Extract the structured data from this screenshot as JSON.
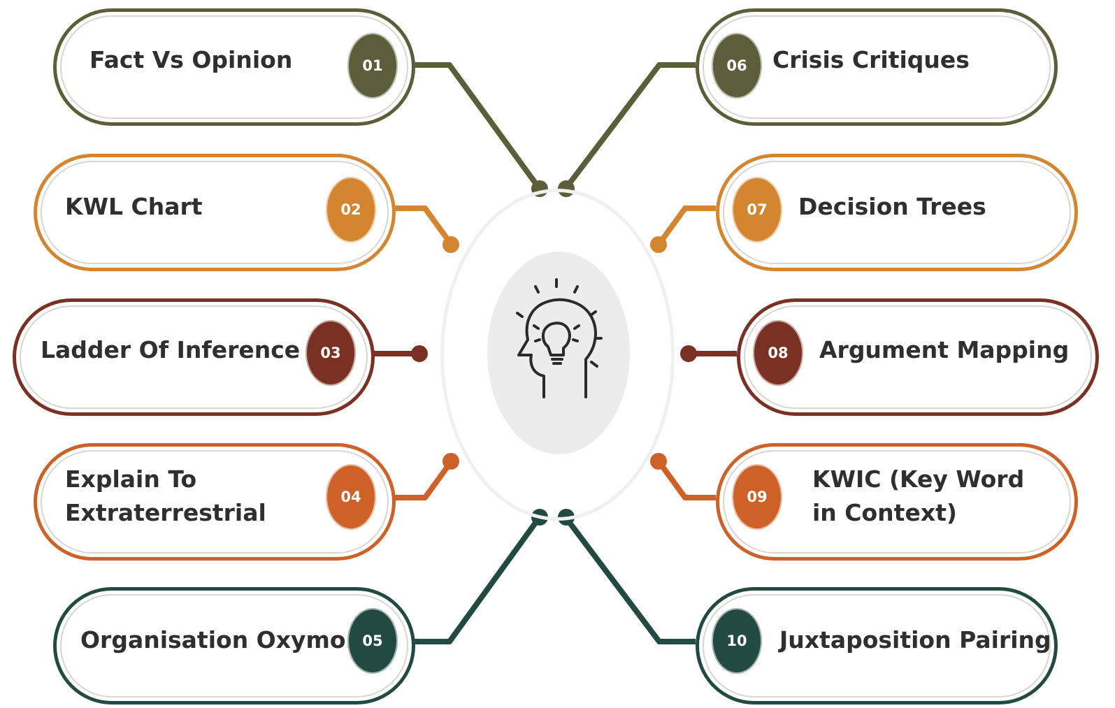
{
  "items": [
    {
      "number": "01",
      "label_lines": [
        "Fact Vs Opinion"
      ],
      "color": "#5b5e38"
    },
    {
      "number": "02",
      "label_lines": [
        "KWL Chart"
      ],
      "color": "#d4852f"
    },
    {
      "number": "03",
      "label_lines": [
        "Ladder Of Inference"
      ],
      "color": "#7a3022"
    },
    {
      "number": "04",
      "label_lines": [
        "Explain To",
        "Extraterrestrial"
      ],
      "color": "#cd6128"
    },
    {
      "number": "05",
      "label_lines": [
        "Organisation Oxymoron"
      ],
      "color": "#224a42"
    },
    {
      "number": "06",
      "label_lines": [
        "Crisis Critiques"
      ],
      "color": "#5b5e38"
    },
    {
      "number": "07",
      "label_lines": [
        "Decision Trees"
      ],
      "color": "#d4852f"
    },
    {
      "number": "08",
      "label_lines": [
        "Argument Mapping"
      ],
      "color": "#7a3022"
    },
    {
      "number": "09",
      "label_lines": [
        "KWIC (Key Word",
        "in Context)"
      ],
      "color": "#cd6128"
    },
    {
      "number": "10",
      "label_lines": [
        "Juxtaposition Pairing"
      ],
      "color": "#224a42"
    }
  ],
  "hub": {
    "icon": "head-lightbulb-icon"
  }
}
